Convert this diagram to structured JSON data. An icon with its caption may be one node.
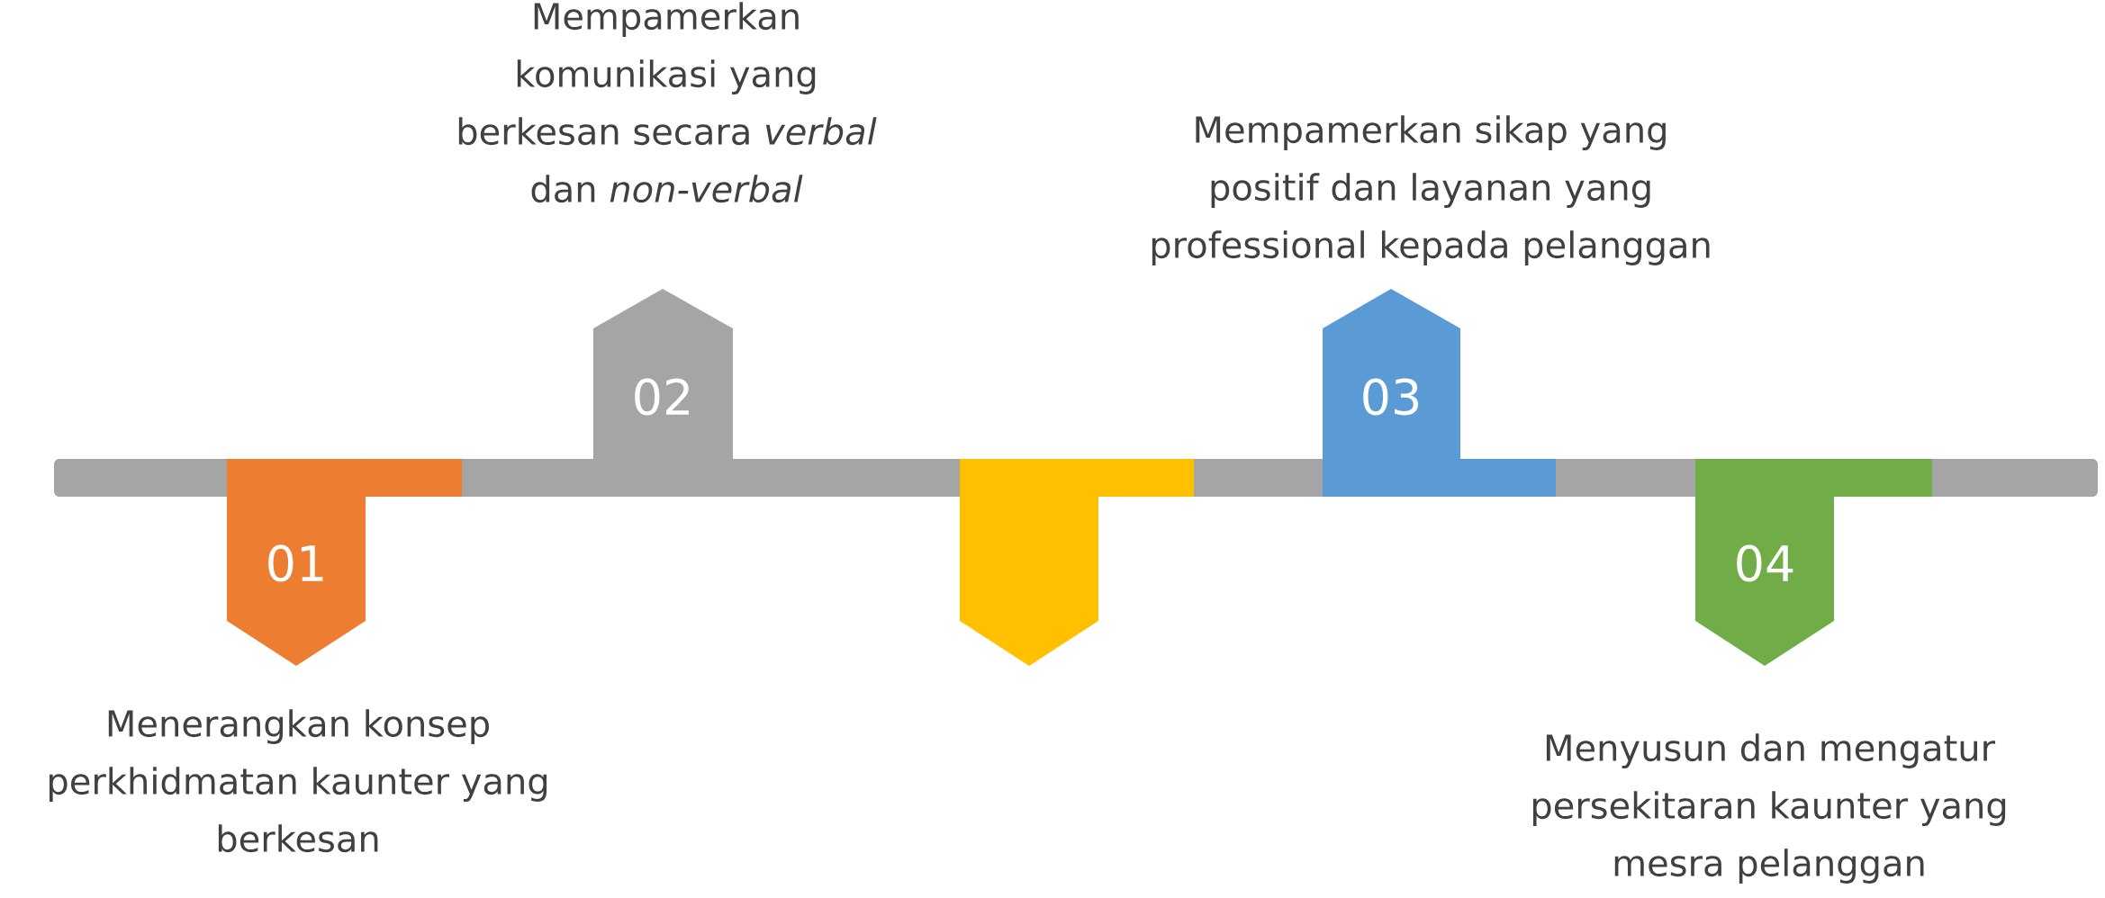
{
  "diagram": {
    "nodes": [
      {
        "text": [],
        "shape": "bar"
      },
      {
        "text": [
          "01"
        ],
        "beside": [
          "Menerangkan konsep perkhidmatan kaunter yang berkesan"
        ]
      },
      {
        "text": [
          "02"
        ],
        "beside": [
          "Mempamerkan komunikasi yang berkesan secara *verbal* dan *non-verbal*"
        ]
      },
      {
        "text": [],
        "shape": "pentagon"
      },
      {
        "text": [
          "03"
        ],
        "beside": [
          "Mempamerkan sikap yang positif dan layanan yang professional kepada pelanggan"
        ]
      },
      {
        "text": [
          "04"
        ],
        "beside": [
          "Menyusun dan mengatur persekitaran kaunter yang mesra pelanggan"
        ]
      }
    ]
  }
}
